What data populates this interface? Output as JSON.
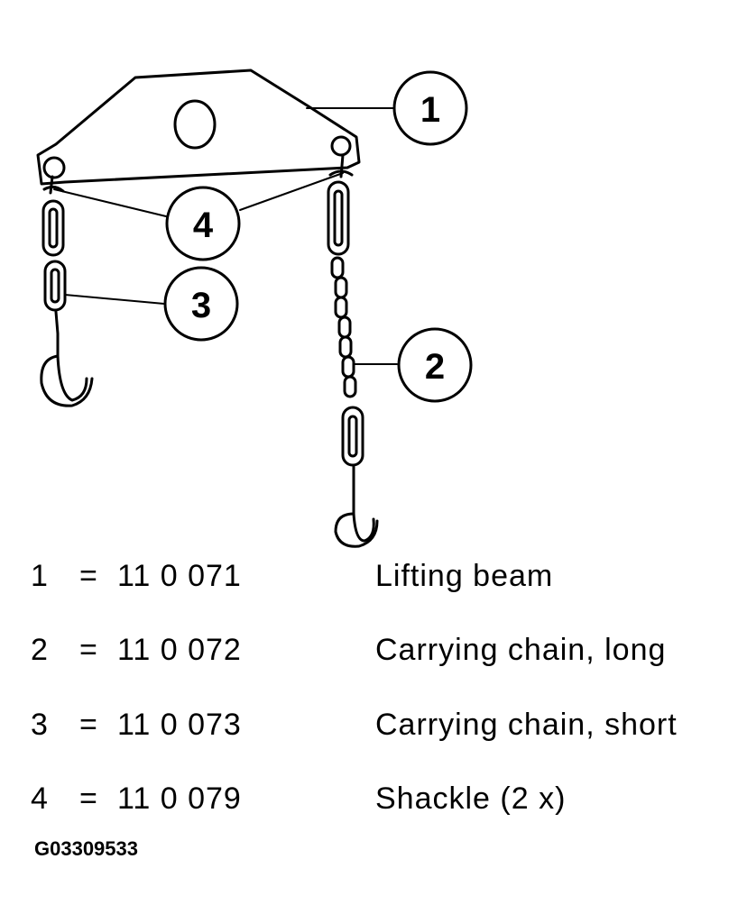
{
  "callouts": [
    {
      "number": "1",
      "target": "lifting-beam"
    },
    {
      "number": "2",
      "target": "long-chain"
    },
    {
      "number": "3",
      "target": "short-chain"
    },
    {
      "number": "4",
      "target": "shackles"
    }
  ],
  "legend": [
    {
      "number": "1",
      "sign": "=",
      "part": "11 0 071",
      "description": "Lifting beam"
    },
    {
      "number": "2",
      "sign": "=",
      "part": "11 0 072",
      "description": "Carrying chain, long"
    },
    {
      "number": "3",
      "sign": "=",
      "part": "11 0 073",
      "description": "Carrying chain, short"
    },
    {
      "number": "4",
      "sign": "=",
      "part": "11 0 079",
      "description": "Shackle (2 x)"
    }
  ],
  "figure_id": "G03309533"
}
